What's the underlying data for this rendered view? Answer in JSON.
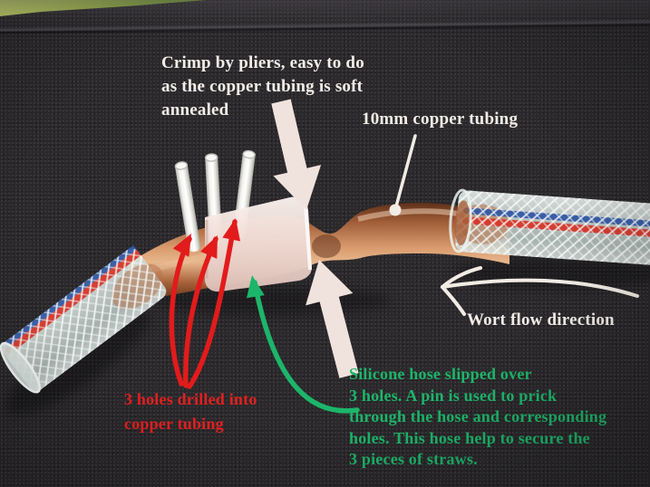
{
  "photo": {
    "colors": {
      "fabric_background": "#2b292c",
      "surface_green": "#a5c04a",
      "copper": "#c98a5e",
      "silicone_band": "#f0dcd6",
      "straw_white": "#f2f2ee",
      "hose_stripe_red": "#d63427",
      "hose_stripe_blue": "#2f56a5",
      "annotation_white": "#f2ede7",
      "annotation_red": "#e32020",
      "annotation_green": "#1db56a",
      "big_arrow_cream": "#f0e3dd"
    }
  },
  "annotations": {
    "crimp_note": {
      "text": "Crimp by pliers, easy to do\nas the copper tubing is soft\nannealed",
      "color": "#f2ede7"
    },
    "copper_label": {
      "text": "10mm copper tubing",
      "color": "#f2ede7"
    },
    "wort_label": {
      "text": "Wort flow direction",
      "color": "#f2ede7"
    },
    "holes_note": {
      "text": "3 holes drilled into\ncopper tubing",
      "color": "#e32020"
    },
    "silicone_note": {
      "text": "Silicone hose slipped over\n3 holes. A pin is used to prick\nthrough the hose and corresponding\nholes.  This hose help to secure the\n3 pieces of straws.",
      "color": "#1db56a"
    }
  }
}
